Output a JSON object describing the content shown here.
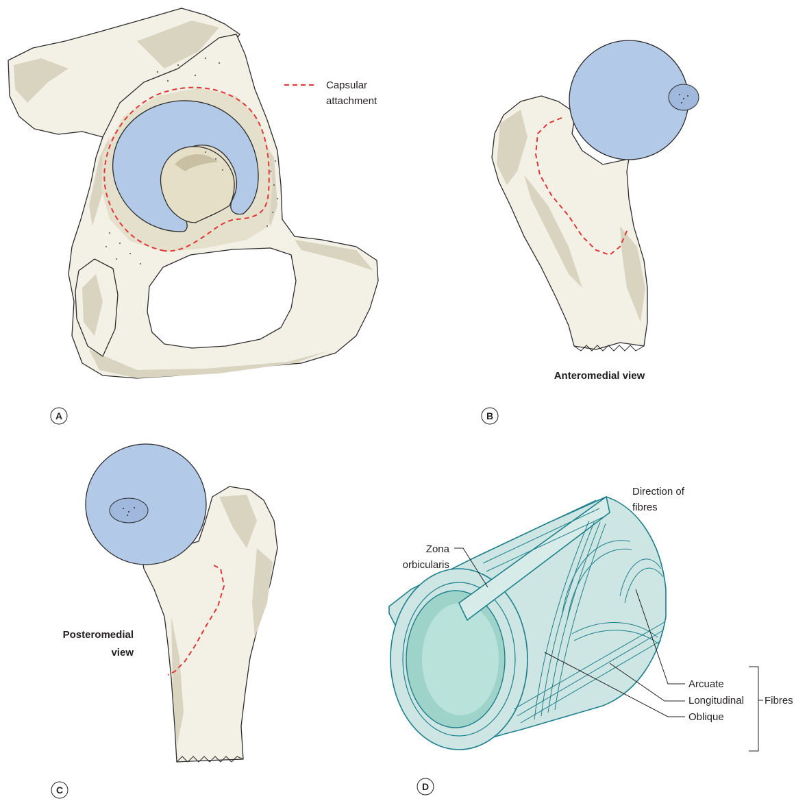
{
  "panels": {
    "a": {
      "letter": "A",
      "legend": {
        "line1": "Capsular",
        "line2": "attachment"
      }
    },
    "b": {
      "letter": "B",
      "caption": "Anteromedial view"
    },
    "c": {
      "letter": "C",
      "caption_line1": "Posteromedial",
      "caption_line2": "view"
    },
    "d": {
      "letter": "D",
      "zona_line1": "Zona",
      "zona_line2": "orbicularis",
      "direction_line1": "Direction of",
      "direction_line2": "fibres",
      "arcuate": "Arcuate",
      "longitudinal": "Longitudinal",
      "oblique": "Oblique",
      "fibres": "Fibres"
    }
  },
  "colors": {
    "capsular_line": "#e03535",
    "cartilage": "#b3c9e8",
    "bone": "#f3f1e6",
    "capsule": "#cde6e3",
    "capsule_edge": "#1c7f8c"
  }
}
